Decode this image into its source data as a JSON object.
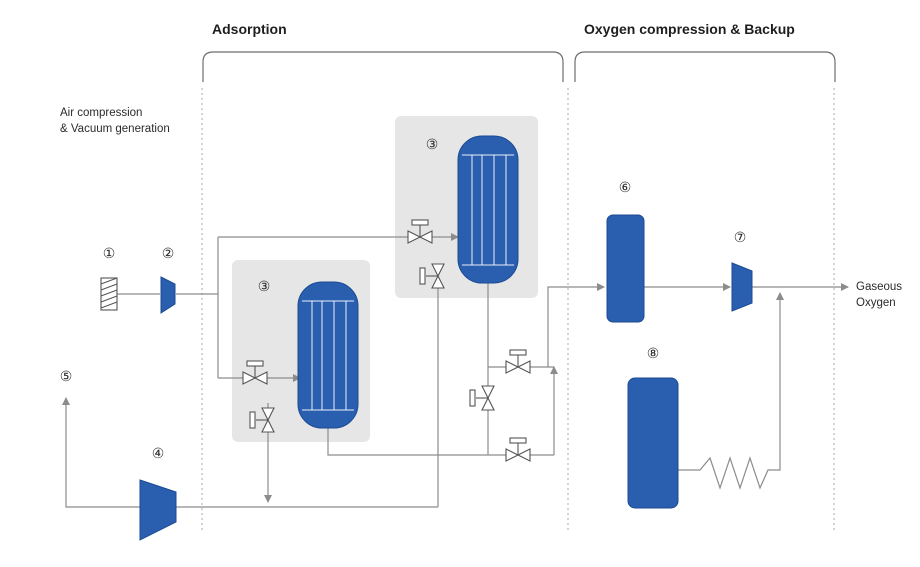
{
  "sections": {
    "adsorption": "Adsorption",
    "oxygen_backup": "Oxygen compression & Backup",
    "air_line1": "Air compression",
    "air_line2": "& Vacuum generation"
  },
  "markers": {
    "m1": "①",
    "m2": "②",
    "m3a": "③",
    "m3b": "③",
    "m4": "④",
    "m5": "⑤",
    "m6": "⑥",
    "m7": "⑦",
    "m8": "⑧"
  },
  "outlet": {
    "line1": "Gaseous",
    "line2": "Oxygen"
  },
  "colors": {
    "equipment": "#2a5fb0",
    "panel": "#e6e6e6",
    "pipe": "#8c8c8c"
  }
}
